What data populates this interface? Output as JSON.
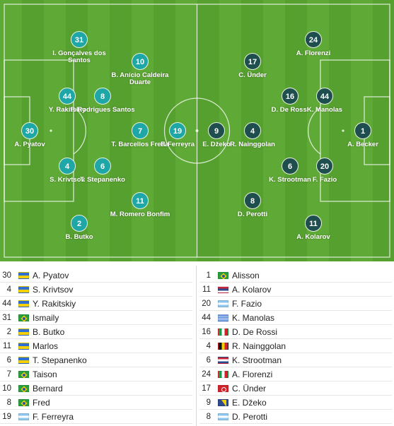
{
  "colors": {
    "home": "#1fa6a6",
    "away": "#1f4e4e",
    "pitch": "#5fa936"
  },
  "pitch": {
    "home": [
      {
        "number": "31",
        "name": "I. Gonçalves dos Santos"
      },
      {
        "number": "10",
        "name": "B. Anício Caldeira Duarte"
      },
      {
        "number": "44",
        "name": "Y. Rakitskiy"
      },
      {
        "number": "8",
        "name": "F. Rodrigues Santos"
      },
      {
        "number": "30",
        "name": "A. Pyatov"
      },
      {
        "number": "7",
        "name": "T. Barcellos Freda"
      },
      {
        "number": "19",
        "name": "F. Ferreyra"
      },
      {
        "number": "4",
        "name": "S. Krivtsov"
      },
      {
        "number": "6",
        "name": "T. Stepanenko"
      },
      {
        "number": "11",
        "name": "M. Romero Bonfim"
      },
      {
        "number": "2",
        "name": "B. Butko"
      }
    ],
    "away": [
      {
        "number": "24",
        "name": "A. Florenzi"
      },
      {
        "number": "17",
        "name": "C. Ünder"
      },
      {
        "number": "16",
        "name": "D. De Rossi"
      },
      {
        "number": "44",
        "name": "K. Manolas"
      },
      {
        "number": "9",
        "name": "E. Džeko"
      },
      {
        "number": "4",
        "name": "R. Nainggolan"
      },
      {
        "number": "1",
        "name": "A. Becker"
      },
      {
        "number": "6",
        "name": "K. Strootman"
      },
      {
        "number": "20",
        "name": "F. Fazio"
      },
      {
        "number": "8",
        "name": "D. Perotti"
      },
      {
        "number": "11",
        "name": "A. Kolarov"
      }
    ]
  },
  "lineups": {
    "home": [
      {
        "number": "30",
        "flag": "ukraine-flag",
        "name": "A. Pyatov"
      },
      {
        "number": "4",
        "flag": "ukraine-flag",
        "name": "S. Krivtsov"
      },
      {
        "number": "44",
        "flag": "ukraine-flag",
        "name": "Y. Rakitskiy"
      },
      {
        "number": "31",
        "flag": "brazil-flag",
        "name": "Ismaily"
      },
      {
        "number": "2",
        "flag": "ukraine-flag",
        "name": "B. Butko"
      },
      {
        "number": "11",
        "flag": "ukraine-flag",
        "name": "Marlos"
      },
      {
        "number": "6",
        "flag": "ukraine-flag",
        "name": "T. Stepanenko"
      },
      {
        "number": "7",
        "flag": "brazil-flag",
        "name": "Taison"
      },
      {
        "number": "10",
        "flag": "brazil-flag",
        "name": "Bernard"
      },
      {
        "number": "8",
        "flag": "brazil-flag",
        "name": "Fred"
      },
      {
        "number": "19",
        "flag": "argentina-flag",
        "name": "F. Ferreyra"
      }
    ],
    "away": [
      {
        "number": "1",
        "flag": "brazil-flag",
        "name": "Alisson"
      },
      {
        "number": "11",
        "flag": "serbia-flag",
        "name": "A. Kolarov"
      },
      {
        "number": "20",
        "flag": "argentina-flag",
        "name": "F. Fazio"
      },
      {
        "number": "44",
        "flag": "greece-flag",
        "name": "K. Manolas"
      },
      {
        "number": "16",
        "flag": "italy-flag",
        "name": "D. De Rossi"
      },
      {
        "number": "4",
        "flag": "belgium-flag",
        "name": "R. Nainggolan"
      },
      {
        "number": "6",
        "flag": "netherlands-flag",
        "name": "K. Strootman"
      },
      {
        "number": "24",
        "flag": "italy-flag",
        "name": "A. Florenzi"
      },
      {
        "number": "17",
        "flag": "turkey-flag",
        "name": "C. Ünder"
      },
      {
        "number": "9",
        "flag": "bosnia-flag",
        "name": "E. Džeko"
      },
      {
        "number": "8",
        "flag": "argentina-flag",
        "name": "D. Perotti"
      }
    ]
  }
}
